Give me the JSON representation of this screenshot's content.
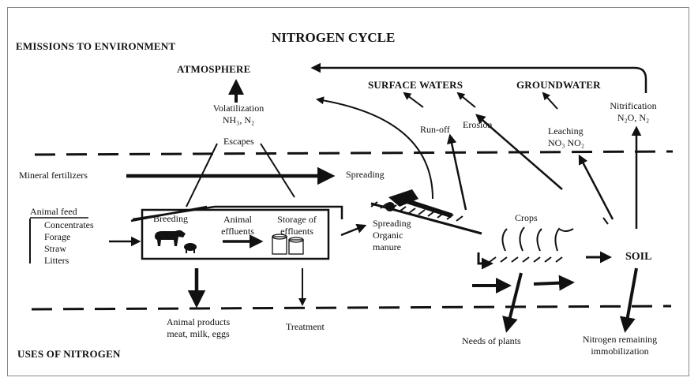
{
  "title": "NITROGEN CYCLE",
  "headers": {
    "emissions": "EMISSIONS TO ENVIRONMENT",
    "uses": "USES OF NITROGEN",
    "atmosphere": "ATMOSPHERE",
    "surface_waters": "SURFACE WATERS",
    "groundwater": "GROUNDWATER",
    "soil": "SOIL"
  },
  "labels": {
    "volatilization": "Volatilization",
    "volatilization_gases": "NH₃, N₂",
    "escapes": "Escapes",
    "runoff": "Run-off",
    "erosion": "Erosion",
    "leaching": "Leaching",
    "leaching_ions": "NO₃ NO₂",
    "nitrification": "Nitrification",
    "nitrification_gases": "N₂O, N₂",
    "mineral_fertilizers": "Mineral fertilizers",
    "spreading": "Spreading",
    "animal_feed": "Animal feed",
    "feed_items": [
      "Concentrates",
      "Forage",
      "Straw",
      "Litters"
    ],
    "breeding": "Breeding",
    "animal_effluents_1": "Animal",
    "animal_effluents_2": "effluents",
    "storage_1": "Storage of",
    "storage_2": "effluents",
    "spreading_organic_1": "Spreading",
    "spreading_organic_2": "Organic",
    "spreading_organic_3": "manure",
    "crops": "Crops",
    "animal_products_1": "Animal products",
    "animal_products_2": "meat, milk, eggs",
    "treatment": "Treatment",
    "needs_of_plants": "Needs of plants",
    "nitrogen_remaining_1": "Nitrogen remaining",
    "nitrogen_remaining_2": "immobilization"
  }
}
